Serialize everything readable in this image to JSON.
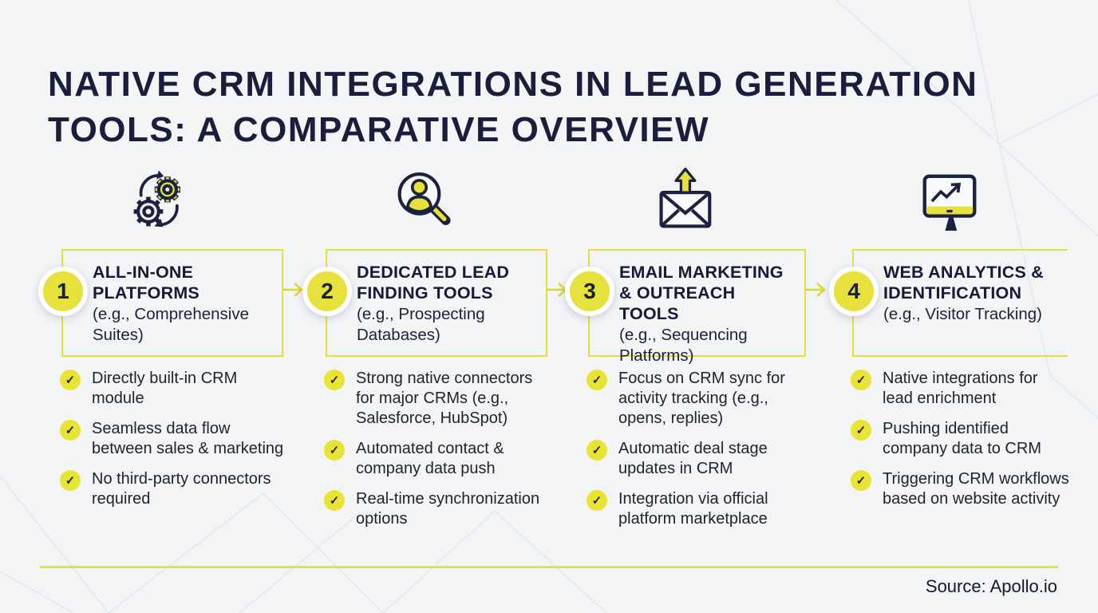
{
  "header": {
    "title_line1": "NATIVE CRM INTEGRATIONS IN LEAD GENERATION",
    "title_line2": "TOOLS: A COMPARATIVE OVERVIEW"
  },
  "footer": {
    "source": "Source: Apollo.io"
  },
  "ui": {
    "checkmark_glyph": "✓"
  },
  "colors": {
    "accent_yellow": "#e6e13c",
    "navy": "#1c2140",
    "background": "#f2f4f6",
    "mesh_line": "#e1e5eb"
  },
  "columns": [
    {
      "number": "1",
      "icon": "sync-gears-icon",
      "title": "ALL-IN-ONE PLATFORMS",
      "subtitle": "(e.g., Comprehensive Suites)",
      "bullets": [
        "Directly built-in CRM module",
        "Seamless data flow between sales & marketing",
        "No third-party connectors required"
      ]
    },
    {
      "number": "2",
      "icon": "lead-search-icon",
      "title": "DEDICATED LEAD FINDING TOOLS",
      "subtitle": "(e.g., Prospecting Databases)",
      "bullets": [
        "Strong native connectors for major CRMs (e.g., Salesforce, HubSpot)",
        "Automated contact & company data push",
        "Real-time synchronization options"
      ]
    },
    {
      "number": "3",
      "icon": "email-outreach-icon",
      "title": "EMAIL MARKETING & OUTREACH TOOLS",
      "subtitle": "(e.g., Sequencing Platforms)",
      "bullets": [
        "Focus on CRM sync for activity tracking (e.g., opens, replies)",
        "Automatic deal stage updates in CRM",
        "Integration via official platform marketplace"
      ]
    },
    {
      "number": "4",
      "icon": "web-analytics-icon",
      "title": "WEB ANALYTICS & IDENTIFICATION",
      "subtitle": "(e.g., Visitor Tracking)",
      "bullets": [
        "Native integrations for lead enrichment",
        "Pushing identified company data to CRM",
        "Triggering CRM workflows based on website activity"
      ]
    }
  ]
}
